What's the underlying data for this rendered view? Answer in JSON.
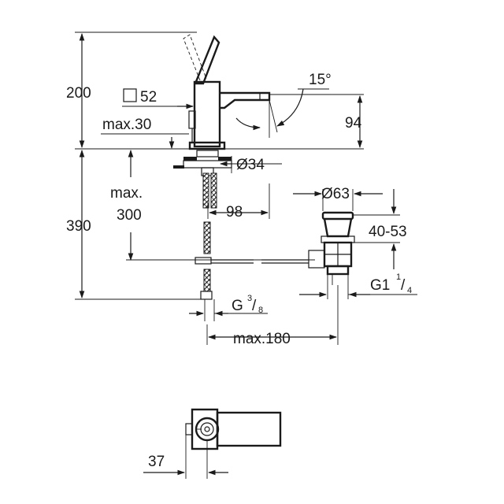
{
  "dimensions": {
    "height_top": "200",
    "height_bottom": "390",
    "square_size": "52",
    "max_deck": "max.30",
    "spout_angle": "15°",
    "spout_height": "94",
    "shank_diameter": "Ø34",
    "max_below_prefix": "max.",
    "max_below_value": "300",
    "reach": "98",
    "waste_diameter": "Ø63",
    "waste_range": "40-53",
    "hose_thread_main": "G",
    "hose_thread_num": "3",
    "hose_thread_den": "8",
    "waste_thread_main": "G1",
    "waste_thread_num": "1",
    "waste_thread_den": "4",
    "max_horizontal": "max.180",
    "top_view_offset": "37"
  },
  "colors": {
    "line": "#1a1a1a",
    "background": "#ffffff"
  }
}
